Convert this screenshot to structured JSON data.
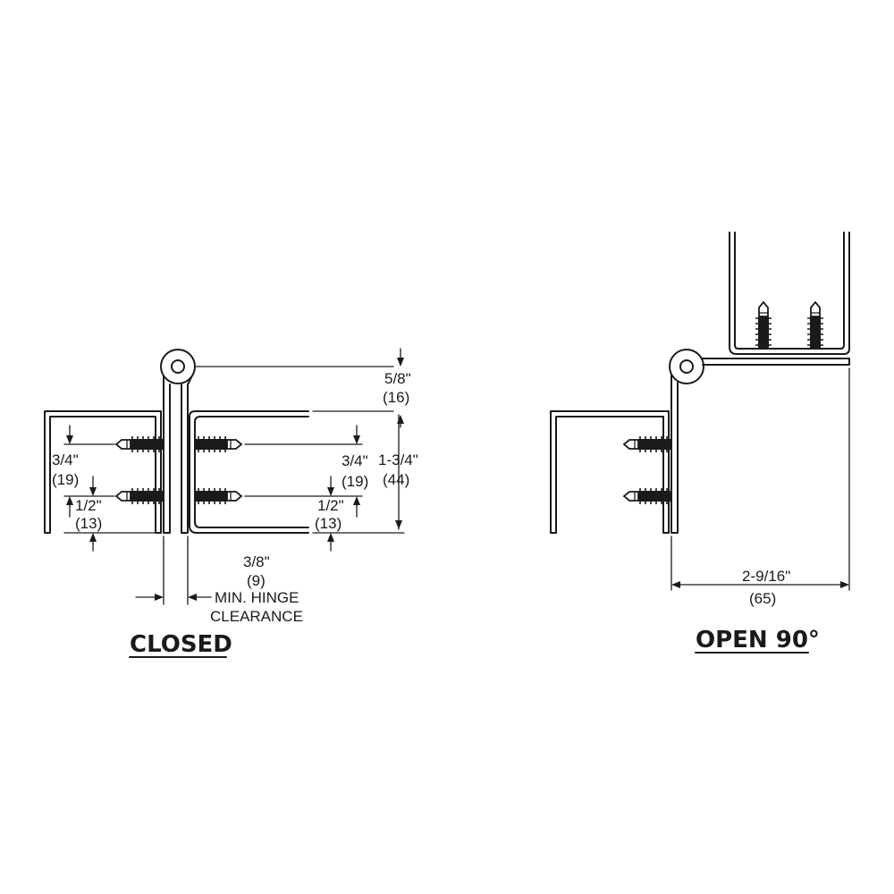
{
  "closed": {
    "title": "CLOSED",
    "dims": {
      "knuckle_in": "5/8\"",
      "knuckle_mm": "(16)",
      "leaf_in": "1-3/4\"",
      "leaf_mm": "(44)",
      "left_upper_in": "3/4\"",
      "left_upper_mm": "(19)",
      "left_lower_in": "1/2\"",
      "left_lower_mm": "(13)",
      "right_upper_in": "3/4\"",
      "right_upper_mm": "(19)",
      "right_lower_in": "1/2\"",
      "right_lower_mm": "(13)",
      "clearance_in": "3/8\"",
      "clearance_mm": "(9)",
      "clearance_label_1": "MIN. HINGE",
      "clearance_label_2": "CLEARANCE"
    }
  },
  "open": {
    "title": "OPEN 90°",
    "dims": {
      "width_in": "2-9/16\"",
      "width_mm": "(65)"
    }
  }
}
